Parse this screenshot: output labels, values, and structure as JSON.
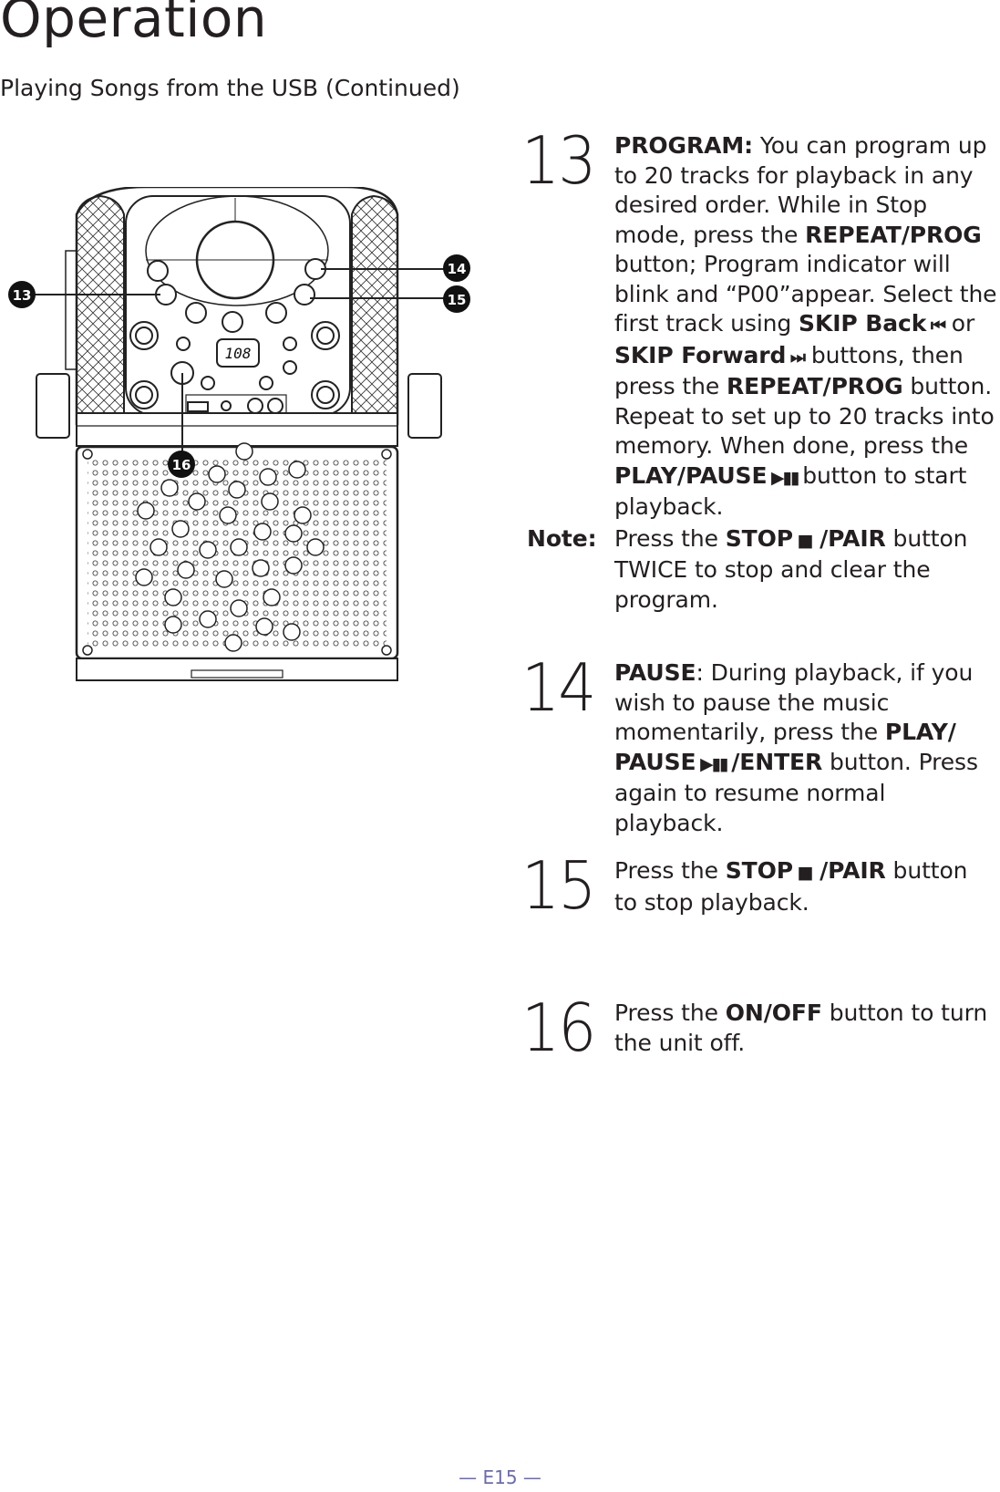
{
  "page": {
    "title": "Operation",
    "subtitle": "Playing Songs from the USB (Continued)",
    "footer": "— E15 —"
  },
  "figure": {
    "display_value": "108",
    "callouts": [
      "13",
      "14",
      "15",
      "16"
    ]
  },
  "steps": {
    "s13": {
      "num": "13",
      "b1": "PROGRAM:",
      "t1": " You can program up to 20 tracks for playback in any desired order. While in Stop mode, press the ",
      "b2": "REPEAT/PROG",
      "t2": " button; Program indicator will blink and “P00”appear. Select the first track using ",
      "b3": "SKIP Back",
      "g3": " ⏮",
      "t3": " or ",
      "b4": "SKIP Forward",
      "g4": " ⏭",
      "t4": " buttons, then press the ",
      "b5": "REPEAT/PROG",
      "t5": " button. Repeat to set up to 20 tracks into memory. When done, press the ",
      "b6": "PLAY/PAUSE",
      "g6": " ▶▮▮ ",
      "t6": " button to start playback.",
      "note_label": "Note:",
      "n1": "Press the ",
      "nb1": "STOP",
      "ng1": " ■",
      "nb2": " /PAIR",
      "n2": " button TWICE to  stop and clear the program."
    },
    "s14": {
      "num": "14",
      "b1": "PAUSE",
      "t1": ": During playback, if you wish to pause the music momentarily, press the ",
      "b2": "PLAY/ PAUSE",
      "g2": " ▶▮▮ ",
      "b3": " /ENTER",
      "t2": " button. Press again to resume normal playback."
    },
    "s15": {
      "num": "15",
      "t1": "Press the ",
      "b1": "STOP",
      "g1": " ■",
      "b2": " /PAIR",
      "t2": " button to stop playback."
    },
    "s16": {
      "num": "16",
      "t1": "Press the ",
      "b1": "ON/OFF",
      "t2": " button to turn the unit off."
    }
  }
}
